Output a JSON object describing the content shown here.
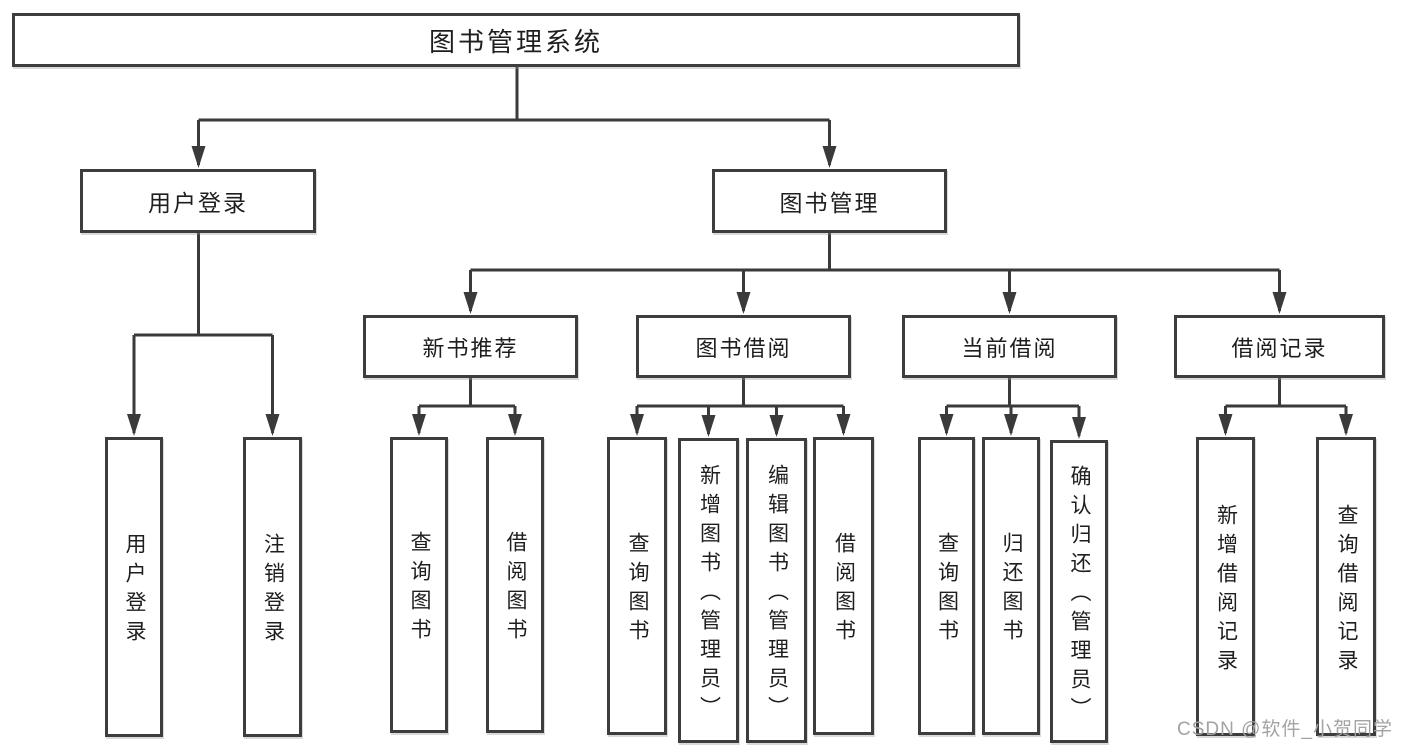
{
  "diagram": {
    "root": {
      "label": "图书管理系统"
    },
    "branches": [
      {
        "label": "用户登录",
        "children": [
          {
            "label": "用户登录"
          },
          {
            "label": "注销登录"
          }
        ]
      },
      {
        "label": "图书管理",
        "children": [
          {
            "label": "新书推荐",
            "children": [
              {
                "label": "查询图书"
              },
              {
                "label": "借阅图书"
              }
            ]
          },
          {
            "label": "图书借阅",
            "children": [
              {
                "label": "查询图书"
              },
              {
                "label": "新增图书（管理员）"
              },
              {
                "label": "编辑图书（管理员）"
              },
              {
                "label": "借阅图书"
              }
            ]
          },
          {
            "label": "当前借阅",
            "children": [
              {
                "label": "查询图书"
              },
              {
                "label": "归还图书"
              },
              {
                "label": "确认归还（管理员）"
              }
            ]
          },
          {
            "label": "借阅记录",
            "children": [
              {
                "label": "新增借阅记录"
              },
              {
                "label": "查询借阅记录"
              }
            ]
          }
        ]
      }
    ]
  },
  "watermark": {
    "text": "CSDN @软件_小贺同学"
  },
  "colors": {
    "line": "#3a3a3a",
    "box_border": "#3d3d3d",
    "text": "#1e1e1e",
    "watermark": "#a3a3a3",
    "background": "#ffffff"
  }
}
